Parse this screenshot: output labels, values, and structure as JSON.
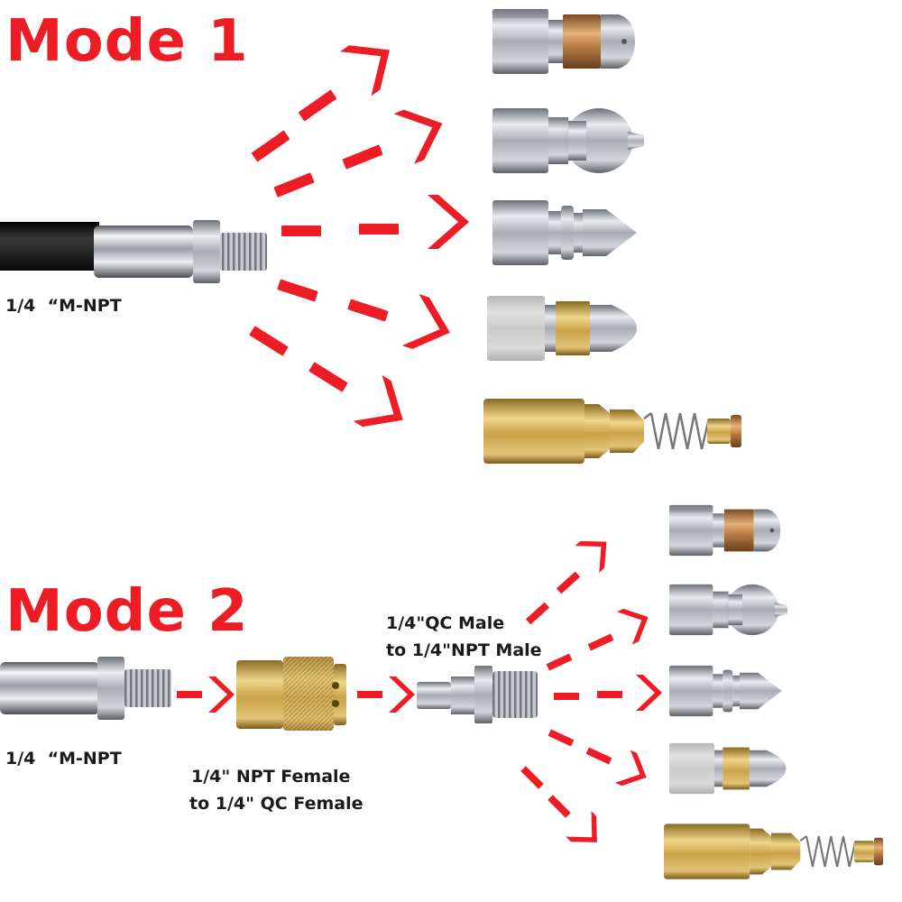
{
  "colors": {
    "accent_red": "#ee1c25",
    "steel": "#b8bcc2",
    "brass": "#c9a24a",
    "hose": "#1b1b1b"
  },
  "mode1": {
    "title": "Mode 1",
    "hose_label": "1/4  “M-NPT",
    "nozzles": [
      "rotating-nozzle",
      "round-nozzle",
      "pointed-nozzle",
      "brass-ring-nozzle",
      "spring-nozzle"
    ]
  },
  "mode2": {
    "title": "Mode 2",
    "hose_label": "1/4  “M-NPT",
    "coupler_label_line1": "1/4\" NPT Female",
    "coupler_label_line2": "to 1/4\" QC Female",
    "plug_label_line1": "1/4\"QC Male",
    "plug_label_line2": "to 1/4\"NPT Male",
    "nozzles": [
      "rotating-nozzle",
      "round-nozzle",
      "pointed-nozzle",
      "brass-ring-nozzle",
      "spring-nozzle"
    ]
  }
}
